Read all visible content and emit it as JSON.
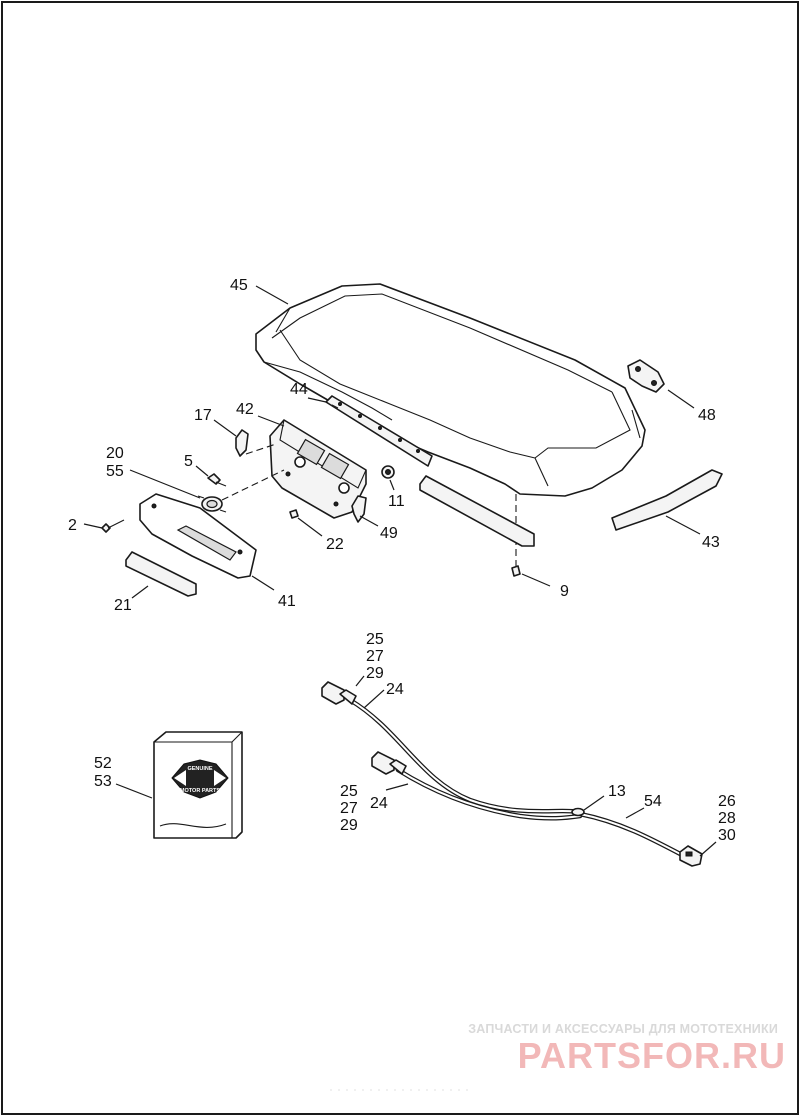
{
  "callouts": {
    "c45": "45",
    "c44": "44",
    "c48": "48",
    "c17": "17",
    "c42": "42",
    "c20": "20",
    "c55": "55",
    "c5": "5",
    "c11": "11",
    "c2": "2",
    "c49": "49",
    "c22": "22",
    "c43": "43",
    "c9": "9",
    "c21": "21",
    "c41": "41",
    "c25a": "25",
    "c27a": "27",
    "c29a": "29",
    "c24a": "24",
    "c52": "52",
    "c53": "53",
    "c25b": "25",
    "c27b": "27",
    "c29b": "29",
    "c24b": "24",
    "c13": "13",
    "c54": "54",
    "c26": "26",
    "c28": "28",
    "c30": "30"
  },
  "package": {
    "brand_top": "GENUINE",
    "brand_bottom": "MOTOR PARTS"
  },
  "watermark": {
    "tagline": "ЗАПЧАСТИ И АКСЕССУАРЫ ДЛЯ МОТОТЕХНИКИ",
    "site": "PARTSFOR.RU"
  },
  "colors": {
    "line": "#1a1a1a",
    "watermark_red": "#f2b8b8",
    "watermark_gray": "#d9d9d9"
  }
}
